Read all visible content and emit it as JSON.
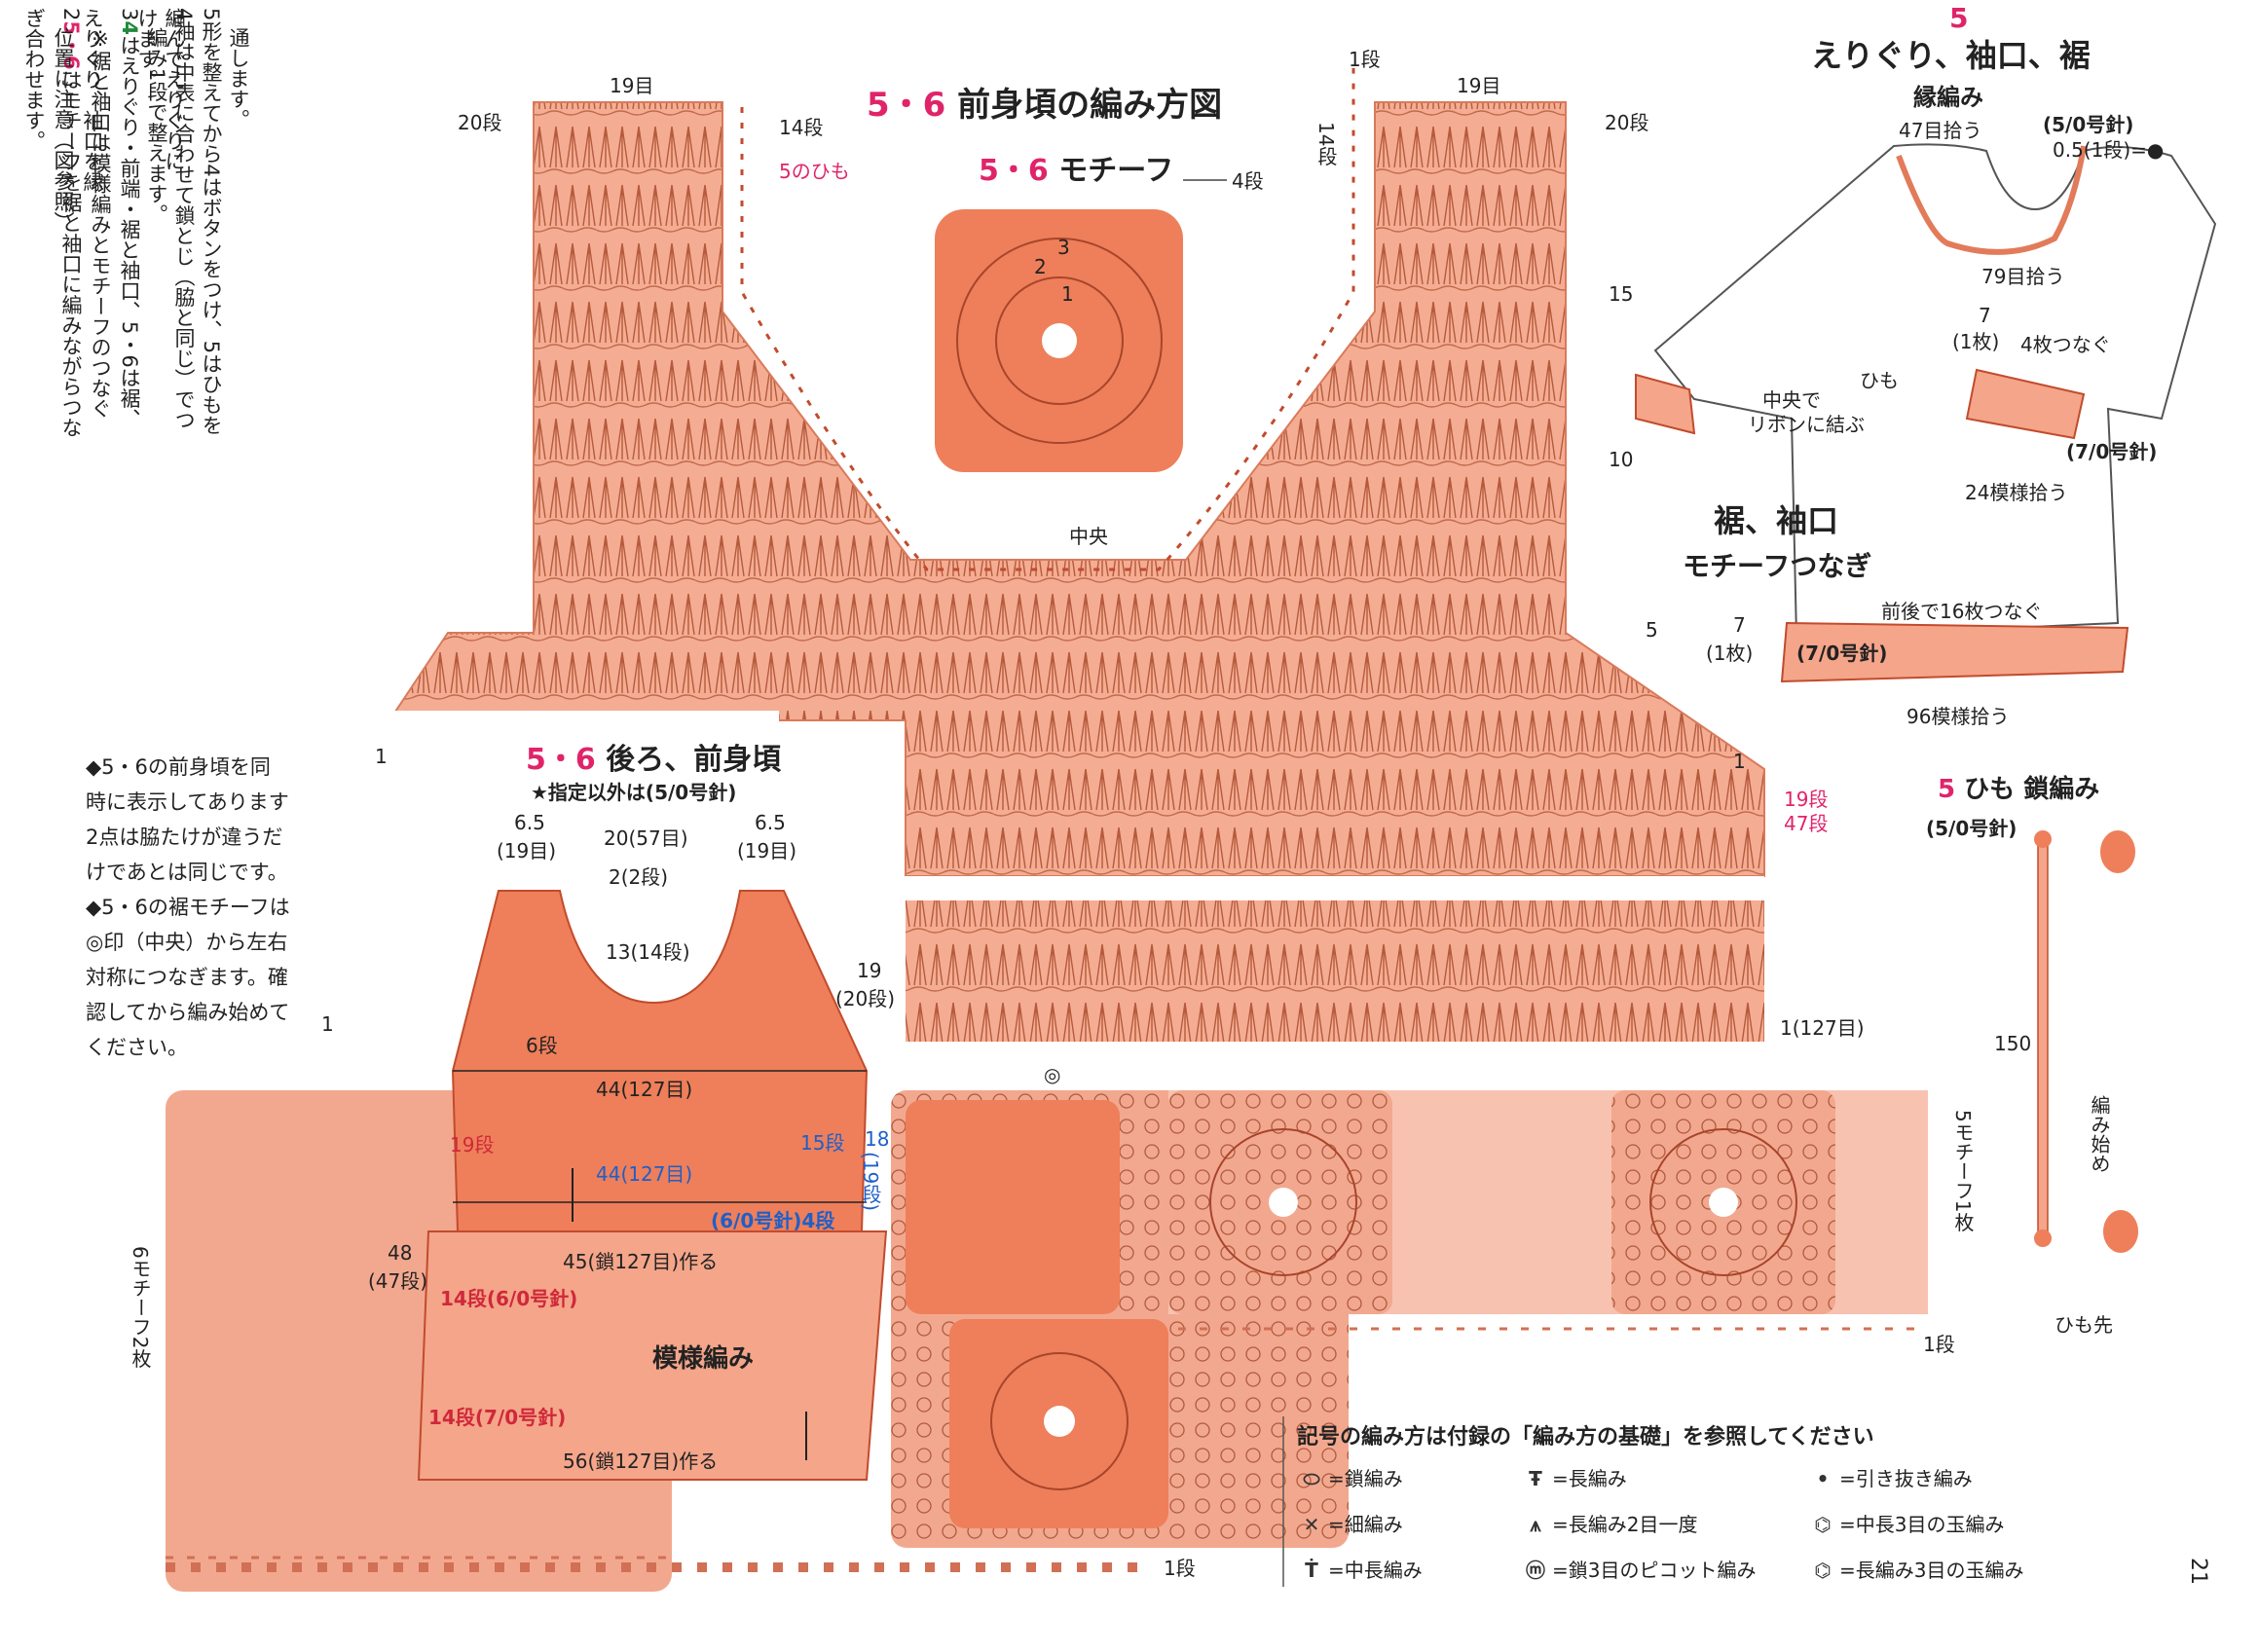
{
  "colors": {
    "salmon": "#f2a88f",
    "salmon_light": "#f7c3b0",
    "orange": "#ec7a56",
    "orange_dark": "#e25f3a",
    "pink_accent": "#e0246a",
    "green_accent": "#1f8a3a",
    "blue_accent": "#1f5fc8",
    "red_accent": "#d0283a",
    "ink": "#222222"
  },
  "side_notes": [
    {
      "num": "2",
      "bullet": "5・6",
      "text": "はモチーフを裾と袖口に編みながらつなぎ合わせます。"
    },
    {
      "num": "",
      "bullet": "※",
      "text": "裾と袖口は模様編みとモチーフのつなぐ位置に注意（図参照）"
    },
    {
      "num": "3",
      "bullet": "4",
      "text": "はえりぐり・前端・裾と袖口、5・6は裾、えりぐり、袖口を縁"
    },
    {
      "num": "",
      "bullet": "",
      "text": "編み1段で整えます。"
    },
    {
      "num": "4",
      "bullet": "",
      "text": "袖は中表に合わせて鎖とじ（脇と同じ）でつけます。"
    },
    {
      "num": "5",
      "bullet": "",
      "text": "形を整えてから4はボタンをつけ、5はひもを編んでえりぐりに"
    },
    {
      "num": "",
      "bullet": "",
      "text": "通します。"
    }
  ],
  "notes_box": {
    "line1": "◆5・6の前身頃を同",
    "line2": "時に表示してあります",
    "line3": "2点は脇たけが違うだ",
    "line4": "けであとは同じです。",
    "line5": "◆5・6の裾モチーフは",
    "line6": "◎印（中央）から左右",
    "line7": "対称につなぎます。確",
    "line8": "認してから編み始めて",
    "line9": "ください。"
  },
  "front_chart": {
    "title_num": "5・6",
    "title": "前身頃の編み方図",
    "top_left_stitches": "19目",
    "top_right_stitches": "19目",
    "row20_left": "20段",
    "row20_right": "20段",
    "row14_label": "14段",
    "row14_right": "14段",
    "row1_label": "1段",
    "tie_label": "5のひも",
    "row15": "15",
    "row10": "10",
    "row5": "5",
    "row1_right": "1",
    "row1_left": "1",
    "row19_label": "19段",
    "row47_label": "47段",
    "bottom_row_label": "1(127目)",
    "bottom_row_left": "1",
    "center_label": "中央",
    "center_mark": "◎"
  },
  "motif": {
    "title_num": "5・6",
    "title": "モチーフ",
    "row4": "4段",
    "r1": "1",
    "r2": "2",
    "r3": "3"
  },
  "schematic": {
    "title_num": "5・6",
    "title": "後ろ、前身頃",
    "note": "★指定以外は(5/0号針)",
    "shoulder_left": "6.5",
    "shoulder_left_st": "(19目)",
    "neck_w": "20(57目)",
    "shoulder_right": "6.5",
    "shoulder_right_st": "(19目)",
    "neck_drop": "2(2段)",
    "neck_depth": "13(14段)",
    "armhole": "19",
    "armhole_rows": "(20段)",
    "side_depth": "6段",
    "bust": "44(127目)",
    "row19": "19段",
    "row15": "15段",
    "side_h": "18",
    "side_h_rows": "(19段)",
    "mid_w": "44(127目)",
    "needle_6": "(6/0号針)4段",
    "chain_45": "45(鎖127目)作る",
    "total_h": "48",
    "total_rows": "(47段)",
    "rows_14a": "14段(6/0号針)",
    "pattern": "模様編み",
    "rows_14b": "14段(7/0号針)",
    "chain_56": "56(鎖127目)作る"
  },
  "hem_labels": {
    "motif5": "5モチーフ1枚",
    "motif6": "6モチーフ2枚",
    "row1_bottom": "1段",
    "row1_right": "1段"
  },
  "sweater": {
    "num": "5",
    "title": "えりぐり、袖口、裾",
    "subtitle": "縁編み",
    "needle_5": "(5/0号針)",
    "edge": "0.5(1段)=●",
    "pick_47": "47目拾う",
    "pick_79": "79目拾う",
    "seven": "7",
    "one_motif": "(1枚)",
    "four_join": "4枚つなぐ",
    "tie": "ひも",
    "ribbon1": "中央で",
    "ribbon2": "リボンに結ぶ",
    "needle_7": "(7/0号針)",
    "pick_24": "24模様拾う",
    "hem_title": "裾、袖口",
    "hem_sub": "モチーフつなぎ",
    "join16": "前後で16枚つなぐ",
    "seven_b": "7",
    "one_b": "(1枚)",
    "needle_7b": "(7/0号針)",
    "pick_96": "96模様拾う"
  },
  "cord": {
    "num": "5",
    "title": "ひも 鎖編み",
    "needle": "(5/0号針)",
    "length": "150",
    "start": "編み始め",
    "end": "ひも先"
  },
  "legend": {
    "heading": "記号の編み方は付録の「編み方の基礎」を参照してください",
    "items": [
      {
        "icon": "chain-icon",
        "label": "=鎖編み"
      },
      {
        "icon": "treble-icon",
        "label": "=長編み"
      },
      {
        "icon": "slip-icon",
        "label": "=引き抜き編み"
      },
      {
        "icon": "single-icon",
        "label": "=細編み"
      },
      {
        "icon": "treble2tog-icon",
        "label": "=長編み2目一度"
      },
      {
        "icon": "hdc-cluster-icon",
        "label": "=中長3目の玉編み"
      },
      {
        "icon": "hdc-icon",
        "label": "=中長編み"
      },
      {
        "icon": "picot-icon",
        "label": "=鎖3目のピコット編み"
      },
      {
        "icon": "tr-cluster-icon",
        "label": "=長編み3目の玉編み"
      }
    ]
  },
  "page_number": "21"
}
